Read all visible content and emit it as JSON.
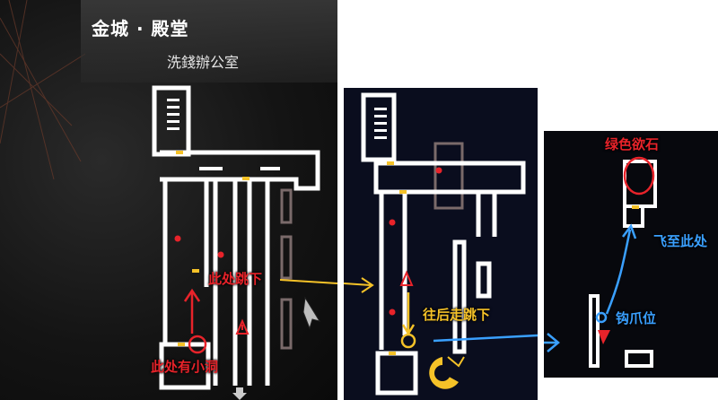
{
  "header": {
    "title": "金城 · 殿堂",
    "subtitle": "洗錢辦公室"
  },
  "annotations": {
    "jump_down_here": "此处跳下",
    "small_hole_here": "此处有小洞",
    "go_back_jump_down": "往后走跳下",
    "green_stone": "绿色欲石",
    "fly_to_here": "飞至此处",
    "hook_position": "钩爪位"
  },
  "colors": {
    "red": "#e8232a",
    "yellow": "#f5c228",
    "blue": "#3aa0ff",
    "wall": "#ffffff",
    "inactive_room": "#7a6a6a"
  },
  "icons": [
    "player-cursor-icon",
    "red-triangle-marker-icon",
    "yellow-chomper-icon",
    "down-arrow-icon"
  ]
}
